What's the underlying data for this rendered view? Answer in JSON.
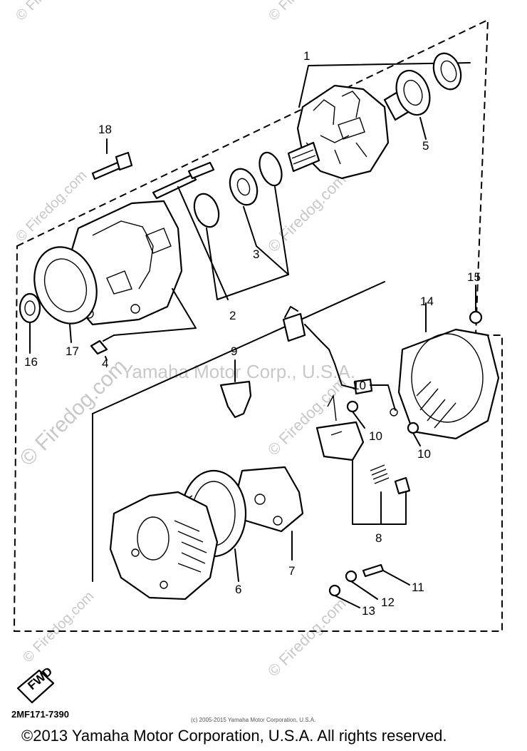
{
  "watermark": {
    "site": "© Firedog.com",
    "owner": "Yamaha Motor Corp., U.S.A."
  },
  "callouts": [
    "1",
    "2",
    "3",
    "4",
    "5",
    "6",
    "7",
    "8",
    "9",
    "10",
    "10",
    "10",
    "11",
    "12",
    "13",
    "14",
    "15",
    "16",
    "17",
    "18"
  ],
  "fwd_label": "FWD",
  "part_code": "2MF171-7390",
  "small_copyright": "(c) 2005-2015 Yamaha Motor Corporation, U.S.A.",
  "footer": "©2013 Yamaha Motor Corporation, U.S.A. All rights reserved."
}
